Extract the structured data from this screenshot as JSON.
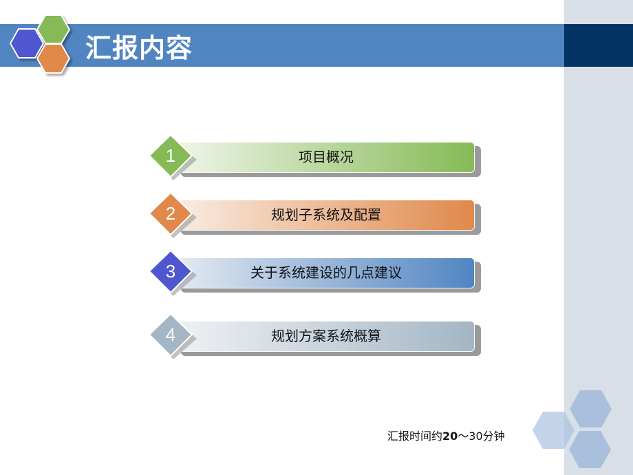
{
  "slide": {
    "title": "汇报内容",
    "colors": {
      "banner": "#5185c2",
      "banner_dark": "#033464",
      "right_panel": "#d8dfe7",
      "hex_blue": "#4f57d0",
      "hex_green": "#86ba57",
      "hex_orange": "#e0894a"
    }
  },
  "agenda": {
    "items": [
      {
        "number": "1",
        "label": "项目概况",
        "color": "#86ba57",
        "light": "#eef5e8"
      },
      {
        "number": "2",
        "label": "规划子系统及配置",
        "color": "#e0894a",
        "light": "#f7e6dc"
      },
      {
        "number": "3",
        "label": "关于系统建设的几点建议",
        "color": "#4f57d0",
        "accent": "#5185c2",
        "light": "#e3e9f1"
      },
      {
        "number": "4",
        "label": "规划方案系统概算",
        "color": "#a3b6c6",
        "light": "#e6ebf0"
      }
    ]
  },
  "footer": {
    "note_prefix": "汇报时间约",
    "note_bold": "20",
    "note_suffix": "～30分钟"
  }
}
